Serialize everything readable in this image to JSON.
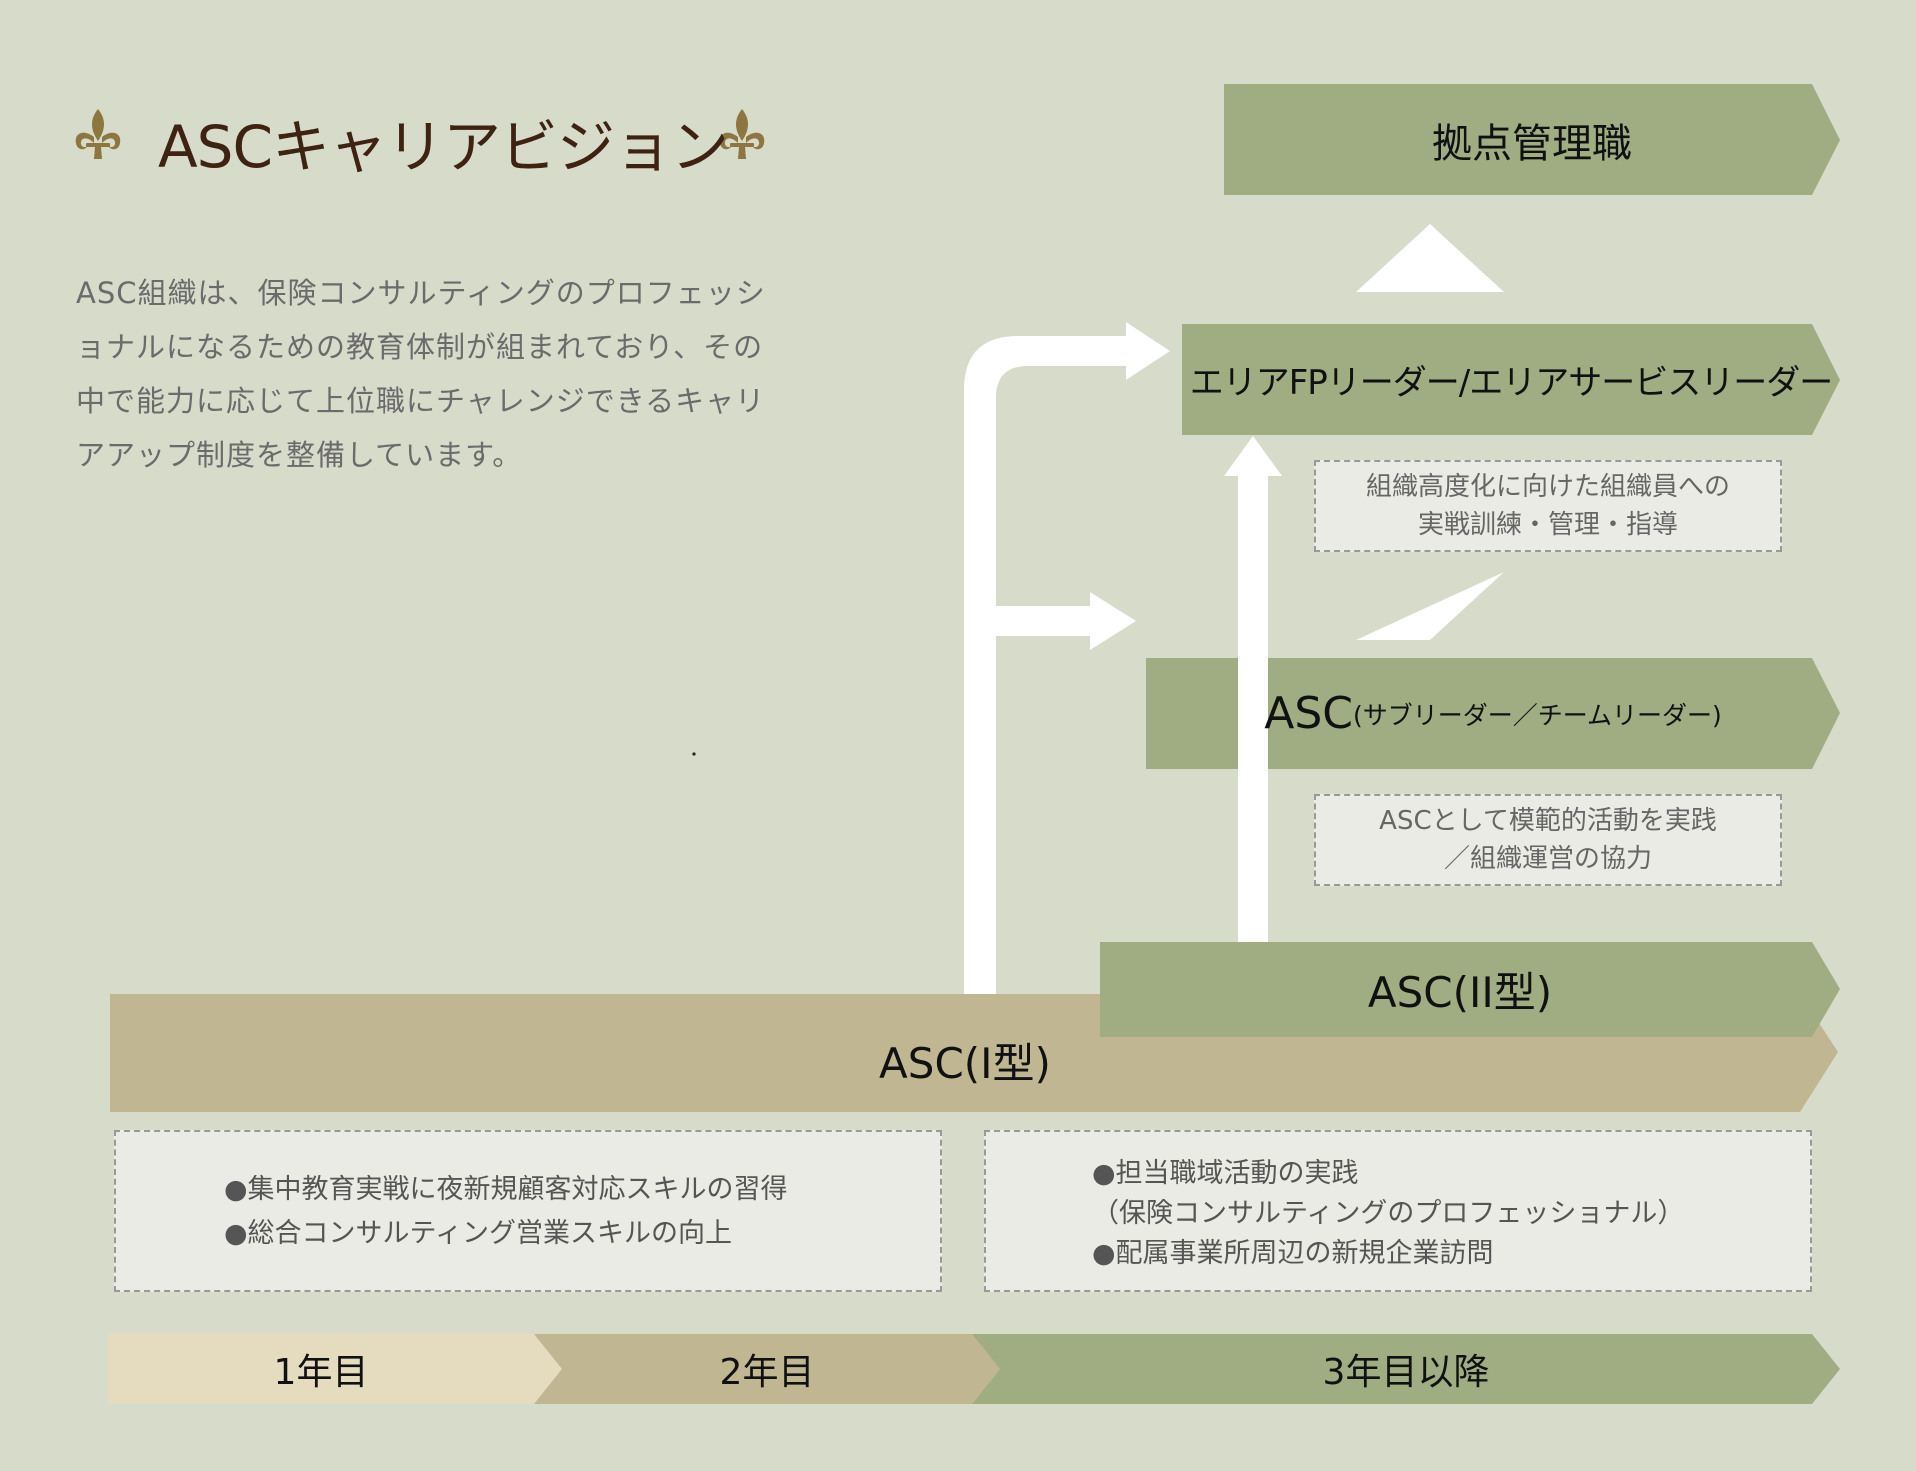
{
  "title": "ASCキャリアビジョン",
  "intro": "ASC組織は、保険コンサルティングのプロフェッショナルになるための教育体制が組まれており、その中で能力に応じて上位職にチャレンジできるキャリアアップ制度を整備しています。",
  "colors": {
    "background": "#d6dbca",
    "green": "#a0ad82",
    "tan": "#c0b692",
    "cream": "#e5dcbf",
    "note_bg": "#ebebe5",
    "title": "#3f2312",
    "fleur": "#8d7640",
    "arrow": "#ffffff"
  },
  "icons": [
    "fleur-de-lis-icon"
  ],
  "positions": {
    "base_manager": "拠点管理職",
    "area_leader": "エリアFPリーダー/エリアサービスリーダー",
    "sub_leader_main": "ASC",
    "sub_leader_sub": "(サブリーダー／チームリーダー)",
    "asc2": "ASC(II型)",
    "asc1": "ASC(I型)"
  },
  "notes": {
    "area_leader": [
      "組織高度化に向けた組織員への",
      "実戦訓練・管理・指導"
    ],
    "sub_leader": [
      "ASCとして模範的活動を実践",
      "／組織運営の協力"
    ]
  },
  "bullets_left": [
    "●集中教育実戦に夜新規顧客対応スキルの習得",
    "●総合コンサルティング営業スキルの向上"
  ],
  "bullets_right": [
    "●担当職域活動の実践",
    "（保険コンサルティングのプロフェッショナル）",
    "●配属事業所周辺の新規企業訪問"
  ],
  "timeline": [
    "1年目",
    "2年目",
    "3年目以降"
  ]
}
